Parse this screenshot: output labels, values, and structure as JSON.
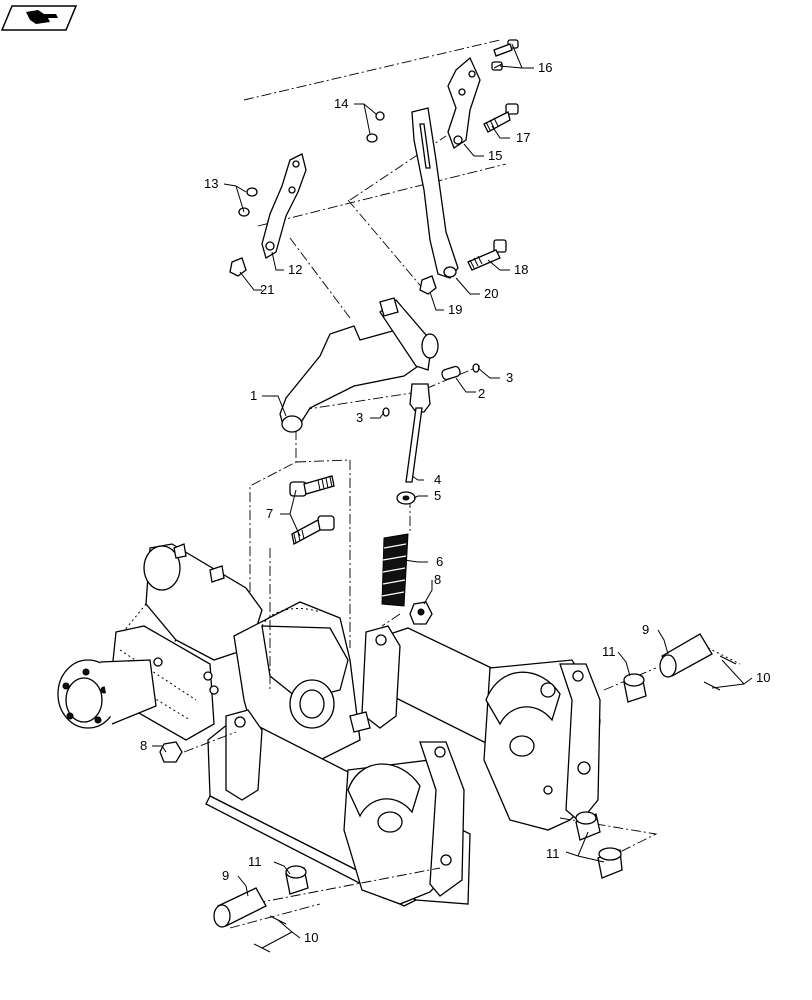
{
  "callouts": {
    "c1": "1",
    "c2": "2",
    "c3a": "3",
    "c3b": "3",
    "c4": "4",
    "c5": "5",
    "c6": "6",
    "c7": "7",
    "c8a": "8",
    "c8b": "8",
    "c9a": "9",
    "c9b": "9",
    "c10a": "10",
    "c10b": "10",
    "c11a": "11",
    "c11b": "11",
    "c11c": "11",
    "c12": "12",
    "c13": "13",
    "c14": "14",
    "c15": "15",
    "c16": "16",
    "c17": "17",
    "c18": "18",
    "c19": "19",
    "c20": "20",
    "c21": "21"
  },
  "icons": {
    "corner_icon": "book-arrow-icon"
  }
}
